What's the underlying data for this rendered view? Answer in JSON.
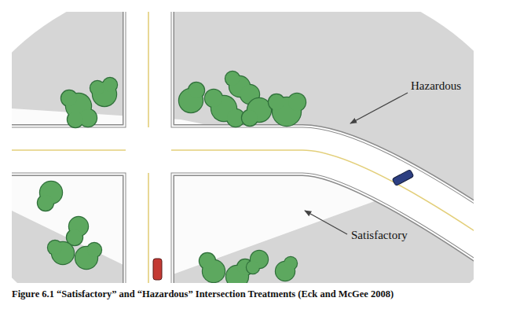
{
  "diagram": {
    "caption": "Figure 6.1 “Satisfactory” and “Hazardous” Intersection Treatments (Eck and McGee 2008)",
    "labels": [
      "Hazardous",
      "Satisfactory"
    ]
  }
}
